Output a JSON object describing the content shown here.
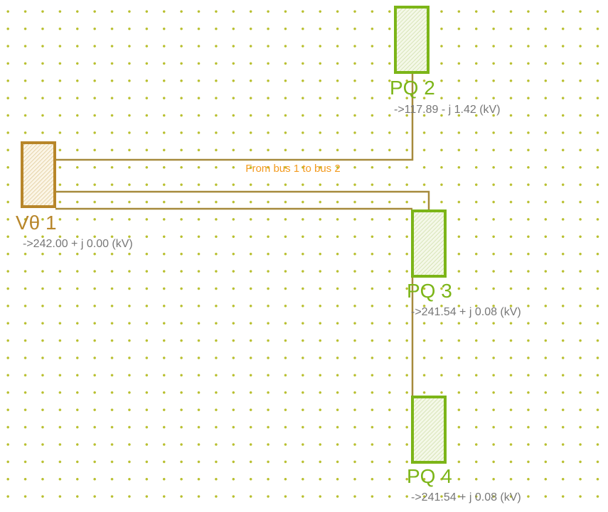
{
  "colors": {
    "slack_bus": "#b8862a",
    "pq_bus": "#7cb518",
    "line": "#a68a3c",
    "line_label": "#f39a1e",
    "voltage_text": "#777777"
  },
  "buses": {
    "v1": {
      "name": "Vθ 1",
      "voltage": "->242.00 + j 0.00 (kV)"
    },
    "pq2": {
      "name": "PQ 2",
      "voltage": "->117.89 - j 1.42 (kV)"
    },
    "pq3": {
      "name": "PQ 3",
      "voltage": "->241.54 + j 0.08 (kV)"
    },
    "pq4": {
      "name": "PQ 4",
      "voltage": "->241.54 + j 0.08 (kV)"
    }
  },
  "lines": {
    "line_1_2": {
      "label": "From bus 1 to bus 2"
    }
  }
}
